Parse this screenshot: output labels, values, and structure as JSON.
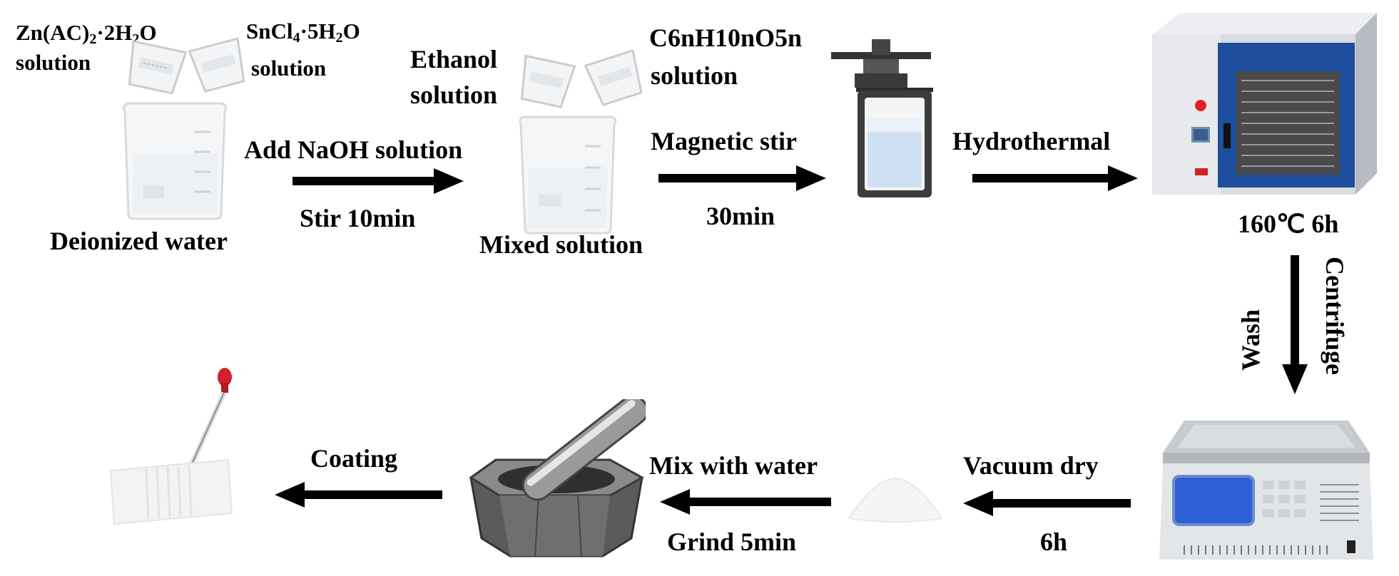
{
  "reagents": {
    "zn_name": "Zn(AC)",
    "zn_sub1": "2",
    "zn_mid": "·2H",
    "zn_sub2": "2",
    "zn_end": "O",
    "zn_solution": "solution",
    "sn_name": "SnCl",
    "sn_sub1": "4",
    "sn_mid": "·5H",
    "sn_sub2": "2",
    "sn_end": "O",
    "sn_solution": "solution",
    "ethanol": "Ethanol",
    "ethanol_solution": "solution",
    "cellulose": "C6nH10nO5n",
    "cellulose_solution": "solution"
  },
  "stages": {
    "deionized_water": "Deionized water",
    "mixed_solution": "Mixed solution",
    "oven_condition": "160℃ 6h"
  },
  "steps": {
    "add_naoh": "Add NaOH solution",
    "stir_10": "Stir 10min",
    "magnetic_stir": "Magnetic stir",
    "stir_30": "30min",
    "hydrothermal": "Hydrothermal",
    "wash": "Wash",
    "centrifuge": "Centrifuge",
    "vacuum_dry": "Vacuum dry",
    "dry_time": "6h",
    "mix_water": "Mix with water",
    "grind": "Grind 5min",
    "coating": "Coating"
  },
  "colors": {
    "arrow": "#000000",
    "oven_door": "#1f4e9c",
    "oven_body": "#d9dde2",
    "centrifuge_screen": "#2f5fd6",
    "mortar": "#5b5b5b",
    "pipette_tip": "#d3202a",
    "liquid": "#cfe0f2"
  }
}
